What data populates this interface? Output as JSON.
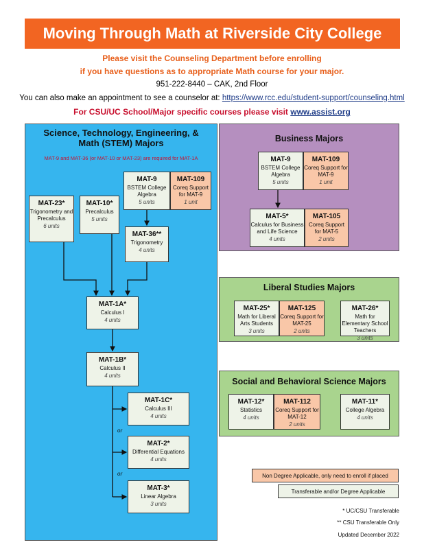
{
  "title": "Moving Through Math at Riverside City College",
  "intro": {
    "line1": "Please visit the Counseling Department before enrolling",
    "line2": "if you have questions as to appropriate Math course for your major.",
    "contact": "951-222-8440 – CAK, 2nd Floor",
    "appointment_prefix": "You can also make an appointment to see a counselor at: ",
    "appointment_link": "https://www.rcc.edu/student-support/counseling.html",
    "assist_prefix": "For CSU/UC School/Major specific courses please visit ",
    "assist_link": "www.assist.org"
  },
  "stem": {
    "title_line1": "Science, Technology, Engineering, &",
    "title_line2": "Math (STEM) Majors",
    "note": "MAT-9 and MAT-36 (or MAT-10 or MAT-23) are required for MAT-1A",
    "or_label": "or",
    "courses": {
      "mat9": {
        "code": "MAT-9",
        "name": "BSTEM College Algebra",
        "units": "5 units"
      },
      "mat109": {
        "code": "MAT-109",
        "name": "Coreq Support for MAT-9",
        "units": "1 unit"
      },
      "mat23": {
        "code": "MAT-23*",
        "name": "Trigonometry and Precalculus",
        "units": "6 units"
      },
      "mat10": {
        "code": "MAT-10*",
        "name": "Precalculus",
        "units": "5 units"
      },
      "mat36": {
        "code": "MAT-36**",
        "name": "Trigonometry",
        "units": "4 units"
      },
      "mat1a": {
        "code": "MAT-1A*",
        "name": "Calculus I",
        "units": "4 units"
      },
      "mat1b": {
        "code": "MAT-1B*",
        "name": "Calculus II",
        "units": "4 units"
      },
      "mat1c": {
        "code": "MAT-1C*",
        "name": "Calculus III",
        "units": "4 units"
      },
      "mat2": {
        "code": "MAT-2*",
        "name": "Differential Equations",
        "units": "4 units"
      },
      "mat3": {
        "code": "MAT-3*",
        "name": "Linear Algebra",
        "units": "3 units"
      }
    }
  },
  "business": {
    "title": "Business Majors",
    "courses": {
      "mat9": {
        "code": "MAT-9",
        "name": "BSTEM College Algebra",
        "units": "5 units"
      },
      "mat109": {
        "code": "MAT-109",
        "name": "Coreq Support for MAT-9",
        "units": "1 unit"
      },
      "mat5": {
        "code": "MAT-5*",
        "name": "Calculus for Business and Life Science",
        "units": "4 units"
      },
      "mat105": {
        "code": "MAT-105",
        "name": "Coreq Support for MAT-5",
        "units": "2 units"
      }
    }
  },
  "liberal": {
    "title": "Liberal Studies Majors",
    "courses": {
      "mat25": {
        "code": "MAT-25*",
        "name": "Math for Liberal Arts Students",
        "units": "3 units"
      },
      "mat125": {
        "code": "MAT-125",
        "name": "Coreq Support for MAT-25",
        "units": "2 units"
      },
      "mat26": {
        "code": "MAT-26*",
        "name": "Math for Elementary School Teachers",
        "units": "3 units"
      }
    }
  },
  "social": {
    "title": "Social and Behavioral Science Majors",
    "courses": {
      "mat12": {
        "code": "MAT-12*",
        "name": "Statistics",
        "units": "4 units"
      },
      "mat112": {
        "code": "MAT-112",
        "name": "Coreq Support for MAT-12",
        "units": "2 units"
      },
      "mat11": {
        "code": "MAT-11*",
        "name": "College Algebra",
        "units": "4 units"
      }
    }
  },
  "legend": {
    "non_degree": "Non Degree Applicable, only need to enroll if placed",
    "transferable": "Transferable and/or Degree Applicable"
  },
  "footnotes": {
    "uc_csu": "* UC/CSU Transferable",
    "csu_only": "** CSU Transferable Only",
    "updated": "Updated December 2022"
  },
  "colors": {
    "banner": "#f26522",
    "stem_panel": "#36b5ee",
    "business_panel": "#b58fbf",
    "green_panel": "#a9d48e",
    "coreq_box": "#f9c7a8",
    "course_box": "#eef3e8"
  }
}
